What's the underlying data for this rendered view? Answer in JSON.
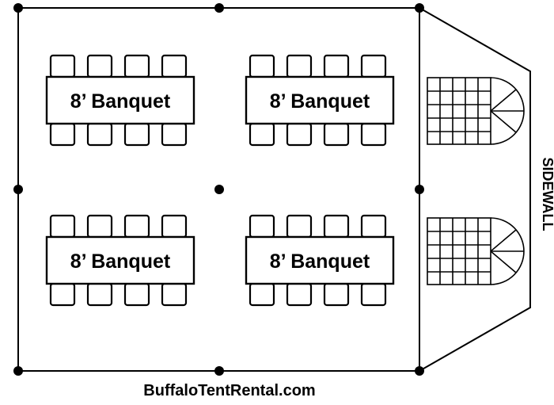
{
  "tables": [
    {
      "label": "8’ Banquet"
    },
    {
      "label": "8’ Banquet"
    },
    {
      "label": "8’ Banquet"
    },
    {
      "label": "8’ Banquet"
    }
  ],
  "sidewall_label": "SIDEWALL",
  "footer_text": "BuffaloTentRental.com"
}
